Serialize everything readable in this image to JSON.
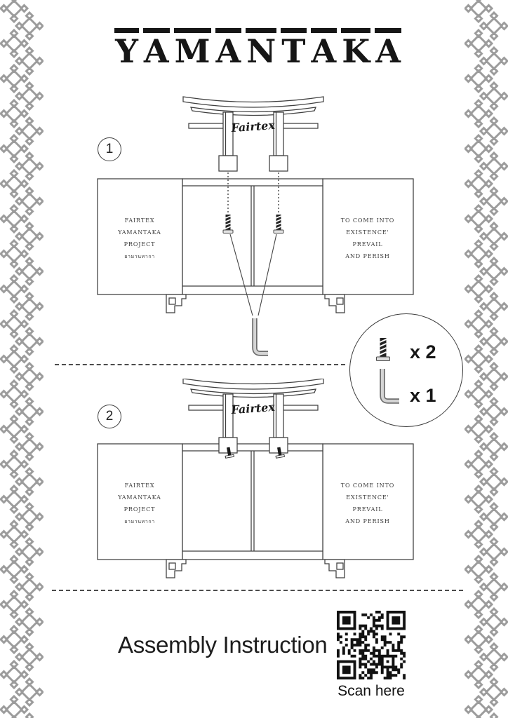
{
  "title": {
    "text": "YAMANTAKA"
  },
  "brand": {
    "logo": "Fairtex"
  },
  "steps": [
    {
      "number": "1"
    },
    {
      "number": "2"
    }
  ],
  "panel_left": {
    "lines": [
      "FAIRTEX",
      "YAMANTAKA",
      "PROJECT",
      "ยามานทากา"
    ]
  },
  "panel_right": {
    "lines": [
      "TO COME INTO",
      "EXISTENCE'",
      "PREVAIL",
      "AND PERISH"
    ]
  },
  "hardware": {
    "screw_qty": "x 2",
    "allen_qty": "x 1"
  },
  "footer": {
    "heading": "Assembly Instruction",
    "qr_caption": "Scan here"
  },
  "colors": {
    "line": "#3f3f3f",
    "pattern": "#9c9c9c",
    "ink": "#161616"
  }
}
